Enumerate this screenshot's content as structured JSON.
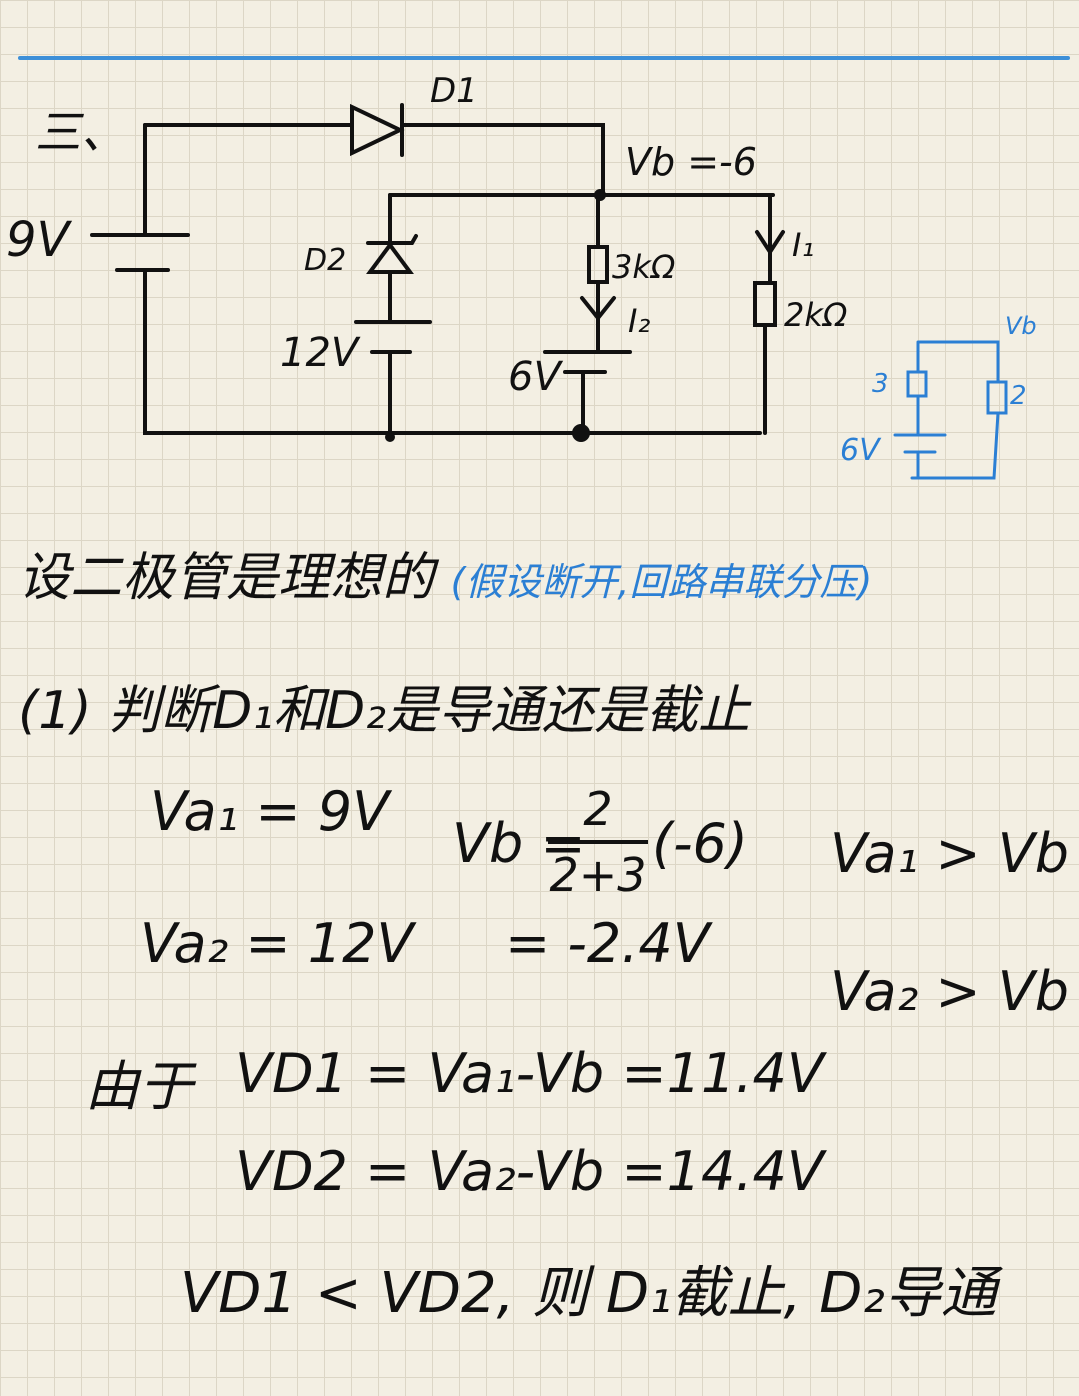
{
  "diagram": {
    "section_mark": "三、",
    "labels": {
      "d1": "D1",
      "vb": "Vb =-6",
      "source_9v": "9V",
      "d2": "D2",
      "source_12v": "12V",
      "r3": "3kΩ",
      "i2": "I₂",
      "source_6v": "6V",
      "i1": "I₁",
      "r2": "2kΩ"
    },
    "side_sketch": {
      "vb": "Vb",
      "r3": "3",
      "r2": "2",
      "v6": "6V"
    }
  },
  "notes": {
    "assumption": "设二极管是理想的",
    "assumption_hint": "(假设断开,回路串联分压)",
    "question": "(1) 判断D₁和D₂是导通还是截止",
    "va1": "Va₁ = 9V",
    "va2": "Va₂ = 12V",
    "vb_prefix": "Vb =",
    "frac_num": "2",
    "frac_den": "2+3",
    "vb_suffix": "(-6)",
    "vb_result": "= -2.4V",
    "cmp1": "Va₁ > Vb",
    "cmp2": "Va₂ > Vb",
    "since": "由于",
    "vd1": "VD1 = Va₁-Vb =11.4V",
    "vd2": "VD2 = Va₂-Vb =14.4V",
    "conclusion": "VD1 < VD2, 则 D₁截止, D₂导通"
  },
  "colors": {
    "ink": "#111111",
    "blue_ink": "#2b7fd4",
    "paper": "#f3efe3",
    "grid": "#dcd6c6"
  }
}
